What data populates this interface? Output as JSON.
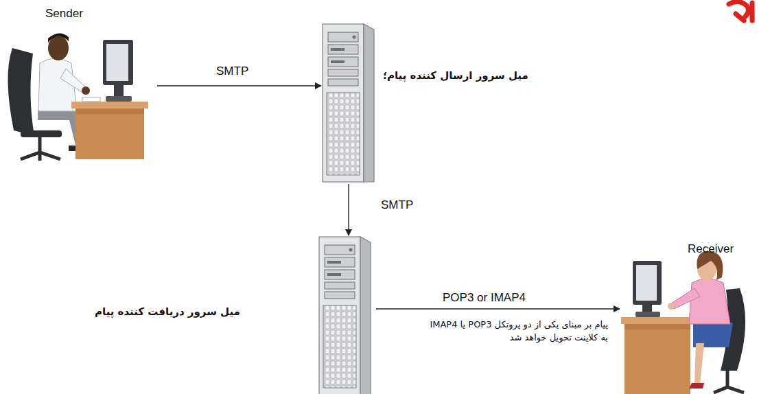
{
  "diagram": {
    "nodes": [
      {
        "text": [
          "Sender"
        ]
      },
      {
        "text": [
          "میل سرور ارسال کننده پیام؛"
        ]
      },
      {
        "text": [
          "میل سرور دریافت کننده پیام"
        ]
      },
      {
        "text": [
          "Receiver"
        ]
      }
    ],
    "edges": [
      {
        "from": 0,
        "to": 1,
        "label": "SMTP",
        "arrow": "to"
      },
      {
        "from": 1,
        "to": 2,
        "label": "SMTP",
        "arrow": "to"
      },
      {
        "from": 2,
        "to": 3,
        "label": "POP3 or IMAP4",
        "arrow": "to"
      }
    ],
    "labels": [
      "پیام بر مبنای یکی از دو پروتکل POP3 یا IMAP4 به کلاینت تحویل خواهد شد"
    ]
  }
}
